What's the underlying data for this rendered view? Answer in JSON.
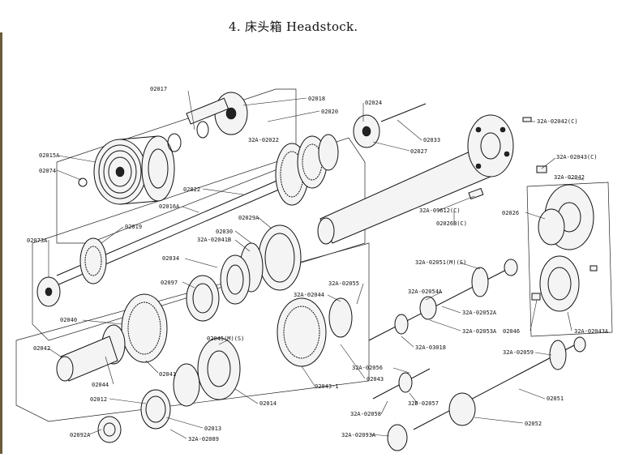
{
  "title": "4. 床头箱 Headstock.",
  "labels": [
    "02017",
    "02018",
    "02020",
    "02024",
    "02033",
    "02027",
    "32A-02042(C)",
    "32A-02022",
    "02015A",
    "02074",
    "32A-02043(C)",
    "32A-02042",
    "02022",
    "32A-09612(C)",
    "02026B(C)",
    "02026",
    "02016A",
    "02029A",
    "02019",
    "02030",
    "32A-02041B",
    "02073A",
    "02034",
    "32A-02051(M)(S)",
    "02097",
    "32A-02054A",
    "32A-02052A",
    "02040",
    "02042",
    "32A-02044",
    "32A-02055",
    "02041",
    "02045(M)(S)",
    "32A-03018",
    "32A-02053A",
    "02044",
    "32A-02056",
    "02043",
    "32A-02059",
    "02012",
    "02014",
    "02043-1",
    "32A-02058",
    "32B-02057",
    "02051",
    "02013",
    "02092A",
    "32A-02089",
    "32A-02093A",
    "02052",
    "02046",
    "32A-02043A"
  ]
}
